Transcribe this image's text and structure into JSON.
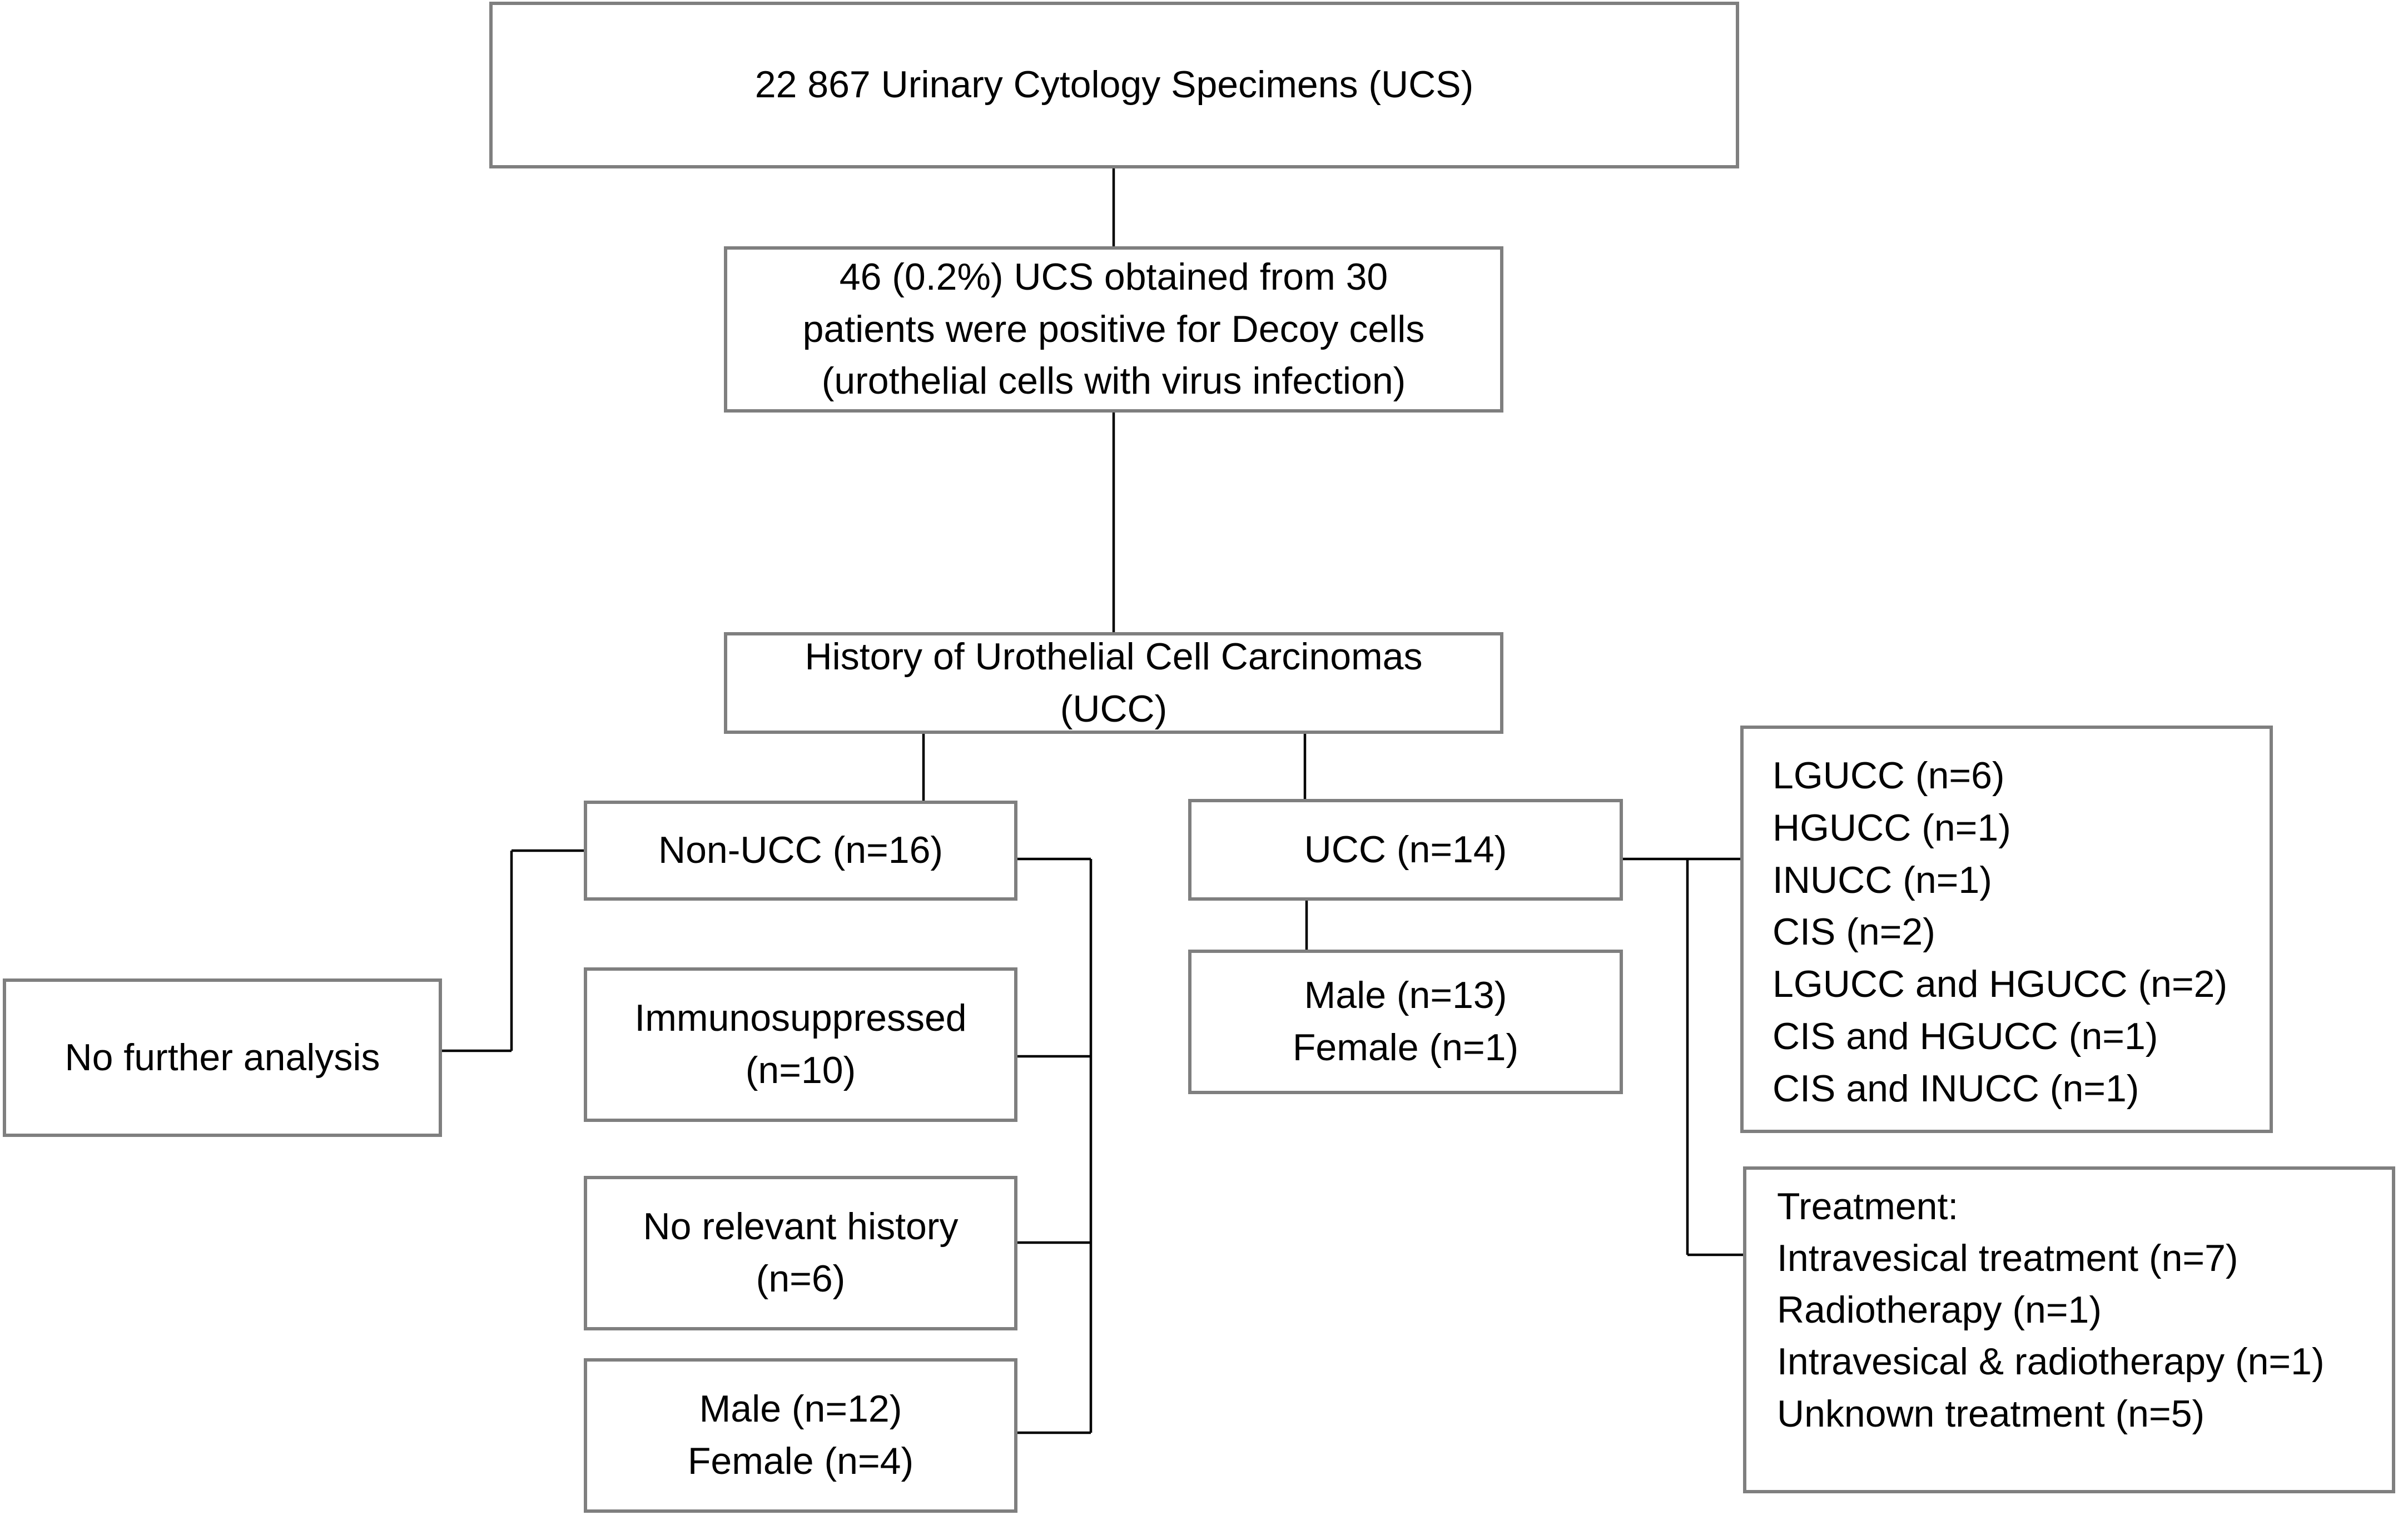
{
  "root": {
    "label": "22 867 Urinary Cytology Specimens (UCS)"
  },
  "positive": {
    "lines": [
      "46 (0.2%) UCS obtained from 30",
      "patients were positive for Decoy cells",
      "(urothelial cells with virus infection)"
    ]
  },
  "history": {
    "lines": [
      "History of Urothelial Cell Carcinomas",
      "(UCC)"
    ]
  },
  "non_ucc": {
    "label": "Non-UCC (n=16)",
    "no_further": "No further analysis",
    "immunosuppressed": [
      "Immunosuppressed",
      "(n=10)"
    ],
    "no_relevant": [
      "No relevant history",
      "(n=6)"
    ],
    "sex": [
      "Male (n=12)",
      "Female (n=4)"
    ]
  },
  "ucc": {
    "label": "UCC (n=14)",
    "sex": [
      "Male (n=13)",
      "Female (n=1)"
    ],
    "subtypes": [
      "LGUCC (n=6)",
      "HGUCC (n=1)",
      "INUCC (n=1)",
      "CIS (n=2)",
      "LGUCC and HGUCC (n=2)",
      "CIS and HGUCC (n=1)",
      "CIS and INUCC (n=1)"
    ],
    "treatment": [
      "Treatment:",
      "Intravesical treatment (n=7)",
      "Radiotherapy (n=1)",
      "Intravesical & radiotherapy (n=1)",
      "Unknown treatment (n=5)"
    ]
  }
}
